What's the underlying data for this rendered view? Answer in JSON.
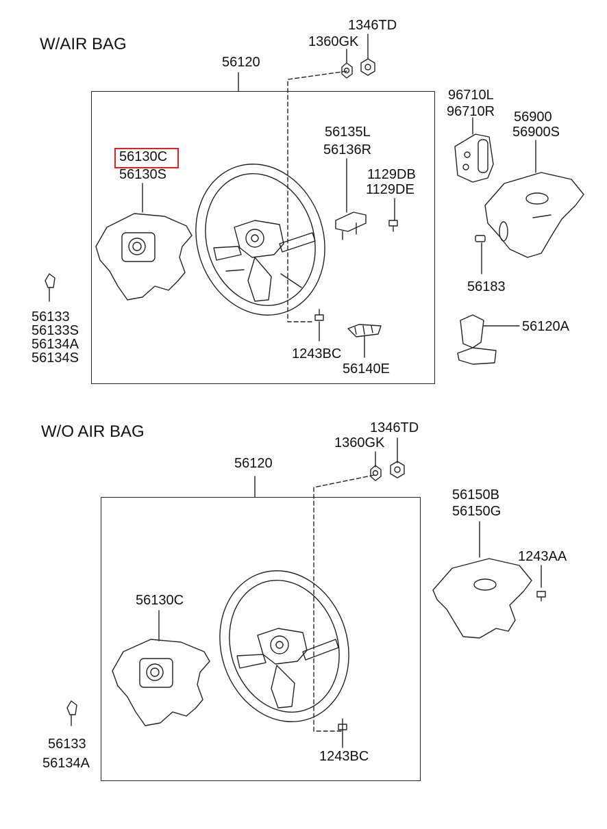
{
  "sections": {
    "with_airbag": {
      "title": "W/AIR BAG",
      "labels": {
        "p1346td": "1346TD",
        "p1360gk": "1360GK",
        "p56120": "56120",
        "p96710": [
          "96710L",
          "96710R"
        ],
        "p56900": [
          "56900",
          "56900S"
        ],
        "p56135": [
          "56135L",
          "56136R"
        ],
        "p1129": [
          "1129DB",
          "1129DE"
        ],
        "p56130c": "56130C",
        "p56130s": "56130S",
        "p56183": "56183",
        "p56133": [
          "56133",
          "56133S",
          "56134A",
          "56134S"
        ],
        "p56120a": "56120A",
        "p1243bc": "1243BC",
        "p56140e": "56140E"
      }
    },
    "without_airbag": {
      "title": "W/O AIR BAG",
      "labels": {
        "p1346td": "1346TD",
        "p1360gk": "1360GK",
        "p56120": "56120",
        "p56150": [
          "56150B",
          "56150G"
        ],
        "p1243aa": "1243AA",
        "p56130c": "56130C",
        "p56133": [
          "56133",
          "56134A"
        ],
        "p1243bc": "1243BC"
      }
    }
  },
  "highlight": {
    "part": "56130C",
    "color": "#e02020"
  }
}
